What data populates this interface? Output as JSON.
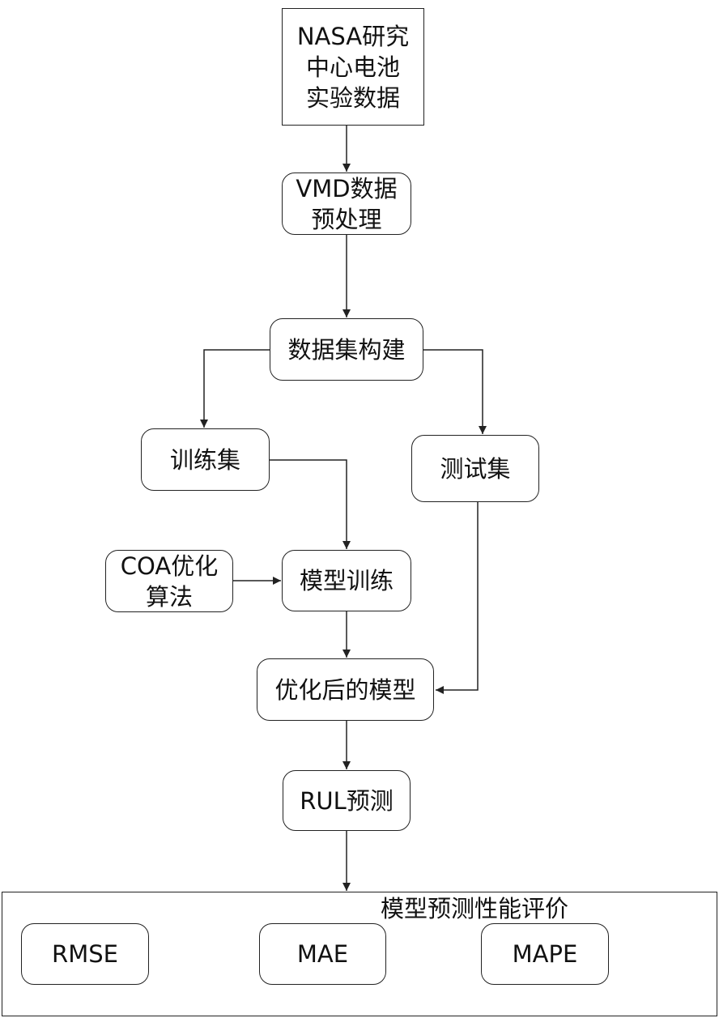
{
  "nodes": {
    "nasa_data": "NASA研究\n中心电池\n实验数据",
    "vmd": "VMD数据\n预处理",
    "dataset": "数据集构建",
    "train_set": "训练集",
    "test_set": "测试集",
    "coa": "COA优化\n算法",
    "model_train": "模型训练",
    "optimized_model": "优化后的模型",
    "rul": "RUL预测"
  },
  "evaluation": {
    "title": "模型预测性能评价",
    "metrics": [
      "RMSE",
      "MAE",
      "MAPE"
    ]
  }
}
